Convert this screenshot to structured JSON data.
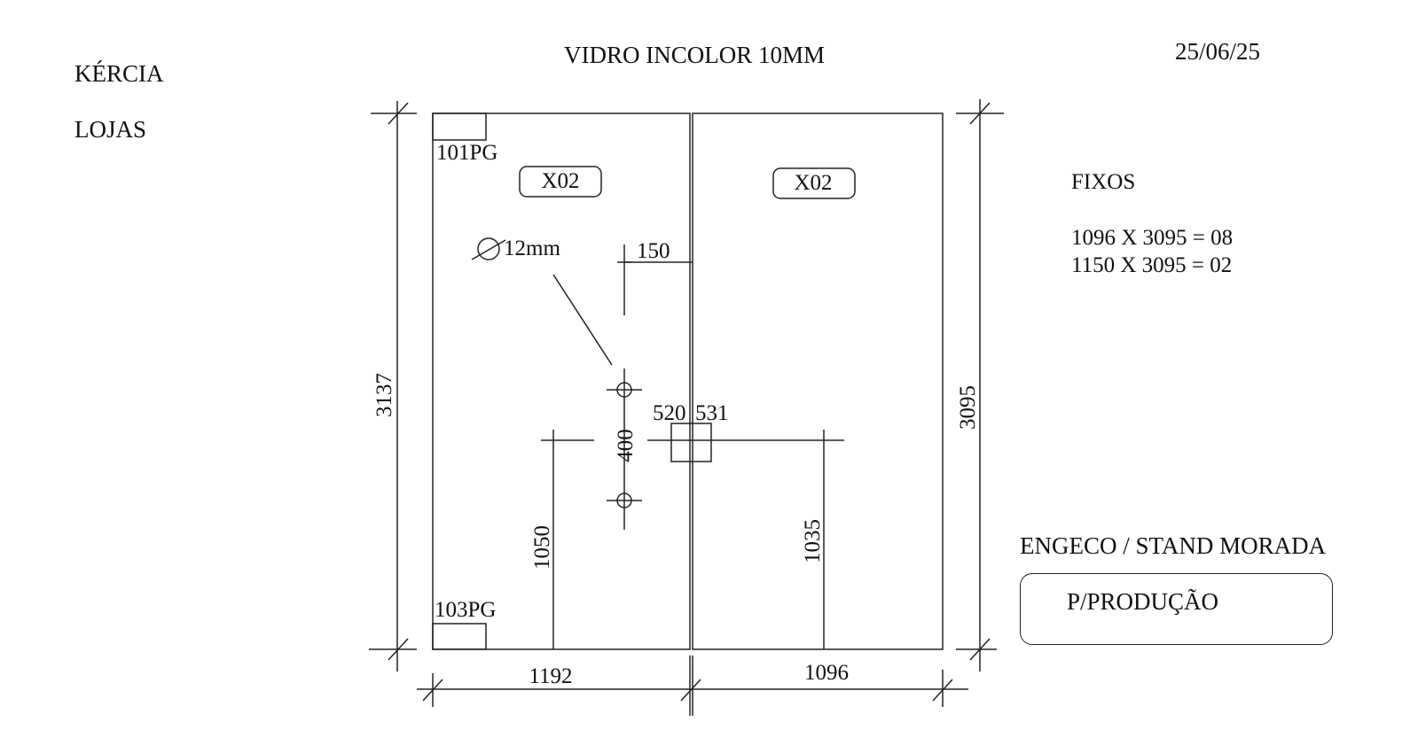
{
  "header": {
    "client": "KÉRCIA",
    "location": "LOJAS",
    "material": "VIDRO INCOLOR 10MM",
    "date": "25/06/25"
  },
  "drawing": {
    "left_panel": {
      "tag": "X02",
      "top_corner_label": "101PG",
      "bottom_corner_label": "103PG",
      "hole_diameter": "12mm",
      "edge_offset": "150",
      "hole_spacing": "400",
      "hole_height": "1050",
      "hole_distance": "520",
      "width": "1192",
      "height": "3137"
    },
    "right_panel": {
      "tag": "X02",
      "hole_distance": "531",
      "hole_height": "1035",
      "width": "1096",
      "height": "3095"
    }
  },
  "fixos": {
    "title": "FIXOS",
    "lines": [
      "1096 X 3095 = 08",
      "1150 X 3095 = 02"
    ]
  },
  "project": "ENGECO / STAND MORADA",
  "status": "P/PRODUÇÃO"
}
